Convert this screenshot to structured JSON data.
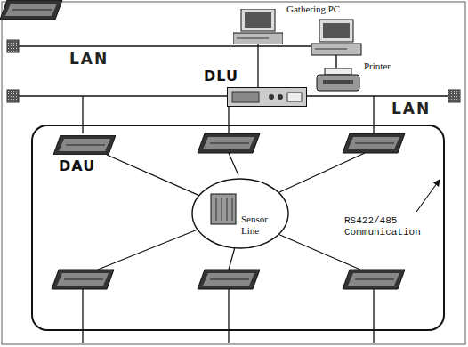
{
  "diagram": {
    "nodes": [
      {
        "text": [
          "Gathering PC"
        ]
      },
      {
        "text": [
          "Printer"
        ]
      },
      {
        "text": [
          "DLU"
        ]
      },
      {
        "text": [
          "RS422/485 Communication"
        ]
      },
      {
        "text": [
          "DAU"
        ],
        "in": 3
      },
      {
        "text": [
          "Sensor Line"
        ],
        "in": 3
      }
    ],
    "edges": [
      {
        "from": 0,
        "to": 2,
        "arrow": "none"
      },
      {
        "from": 4,
        "to": 5,
        "arrow": "none"
      }
    ],
    "labels": [
      "LAN",
      "LAN"
    ]
  }
}
